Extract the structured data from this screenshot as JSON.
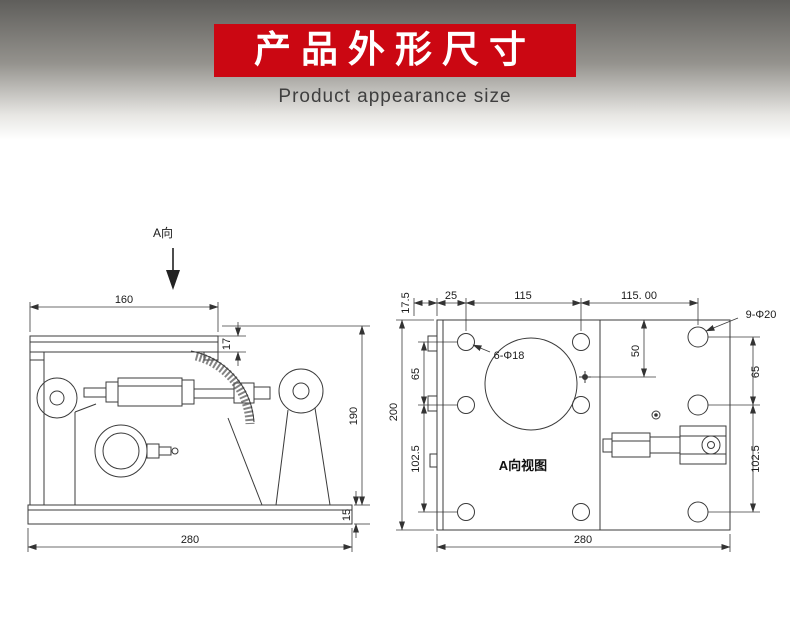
{
  "header": {
    "title_cn": "产品外形尺寸",
    "subtitle_en": "Product appearance size",
    "banner_color": "#cb0712",
    "gradient_top_color": "#5f5e5b"
  },
  "drawing": {
    "left_view": {
      "direction_label": "A向",
      "dim_top_width": "160",
      "dim_plate_thickness": "17",
      "dim_height": "190",
      "dim_base_height": "15",
      "dim_total_width": "280"
    },
    "right_view": {
      "view_label": "A向视图",
      "dim_17_5": "17.5",
      "dim_25": "25",
      "dim_115": "115",
      "dim_115_00": "115. 00",
      "dim_50": "50",
      "dim_65_left": "65",
      "dim_65_right": "65",
      "dim_200": "200",
      "dim_102_5_left": "102.5",
      "dim_102_5_right": "102.5",
      "dim_total_width": "280",
      "hole_label_large": "9-Φ20",
      "hole_label_small": "6-Φ18"
    }
  }
}
